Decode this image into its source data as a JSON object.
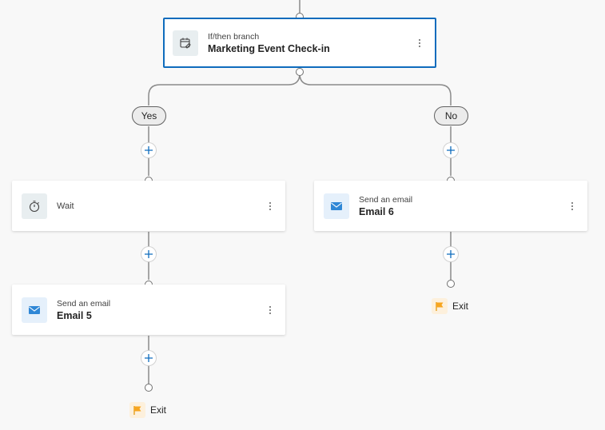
{
  "branch": {
    "subtitle": "If/then branch",
    "title": "Marketing Event Check-in"
  },
  "yes_path": {
    "label": "Yes",
    "wait_label": "Wait",
    "email": {
      "subtitle": "Send an email",
      "title": "Email 5"
    },
    "exit_label": "Exit"
  },
  "no_path": {
    "label": "No",
    "email": {
      "subtitle": "Send an email",
      "title": "Email 6"
    },
    "exit_label": "Exit"
  },
  "icons": {
    "branch": "calendar-check-icon",
    "wait": "timer-icon",
    "email": "mail-icon",
    "add": "plus-icon",
    "more": "more-vertical-icon",
    "exit": "flag-icon"
  },
  "colors": {
    "accent": "#0f6cbd",
    "connector": "#8a8a8a",
    "flag": "#f7a51e"
  }
}
